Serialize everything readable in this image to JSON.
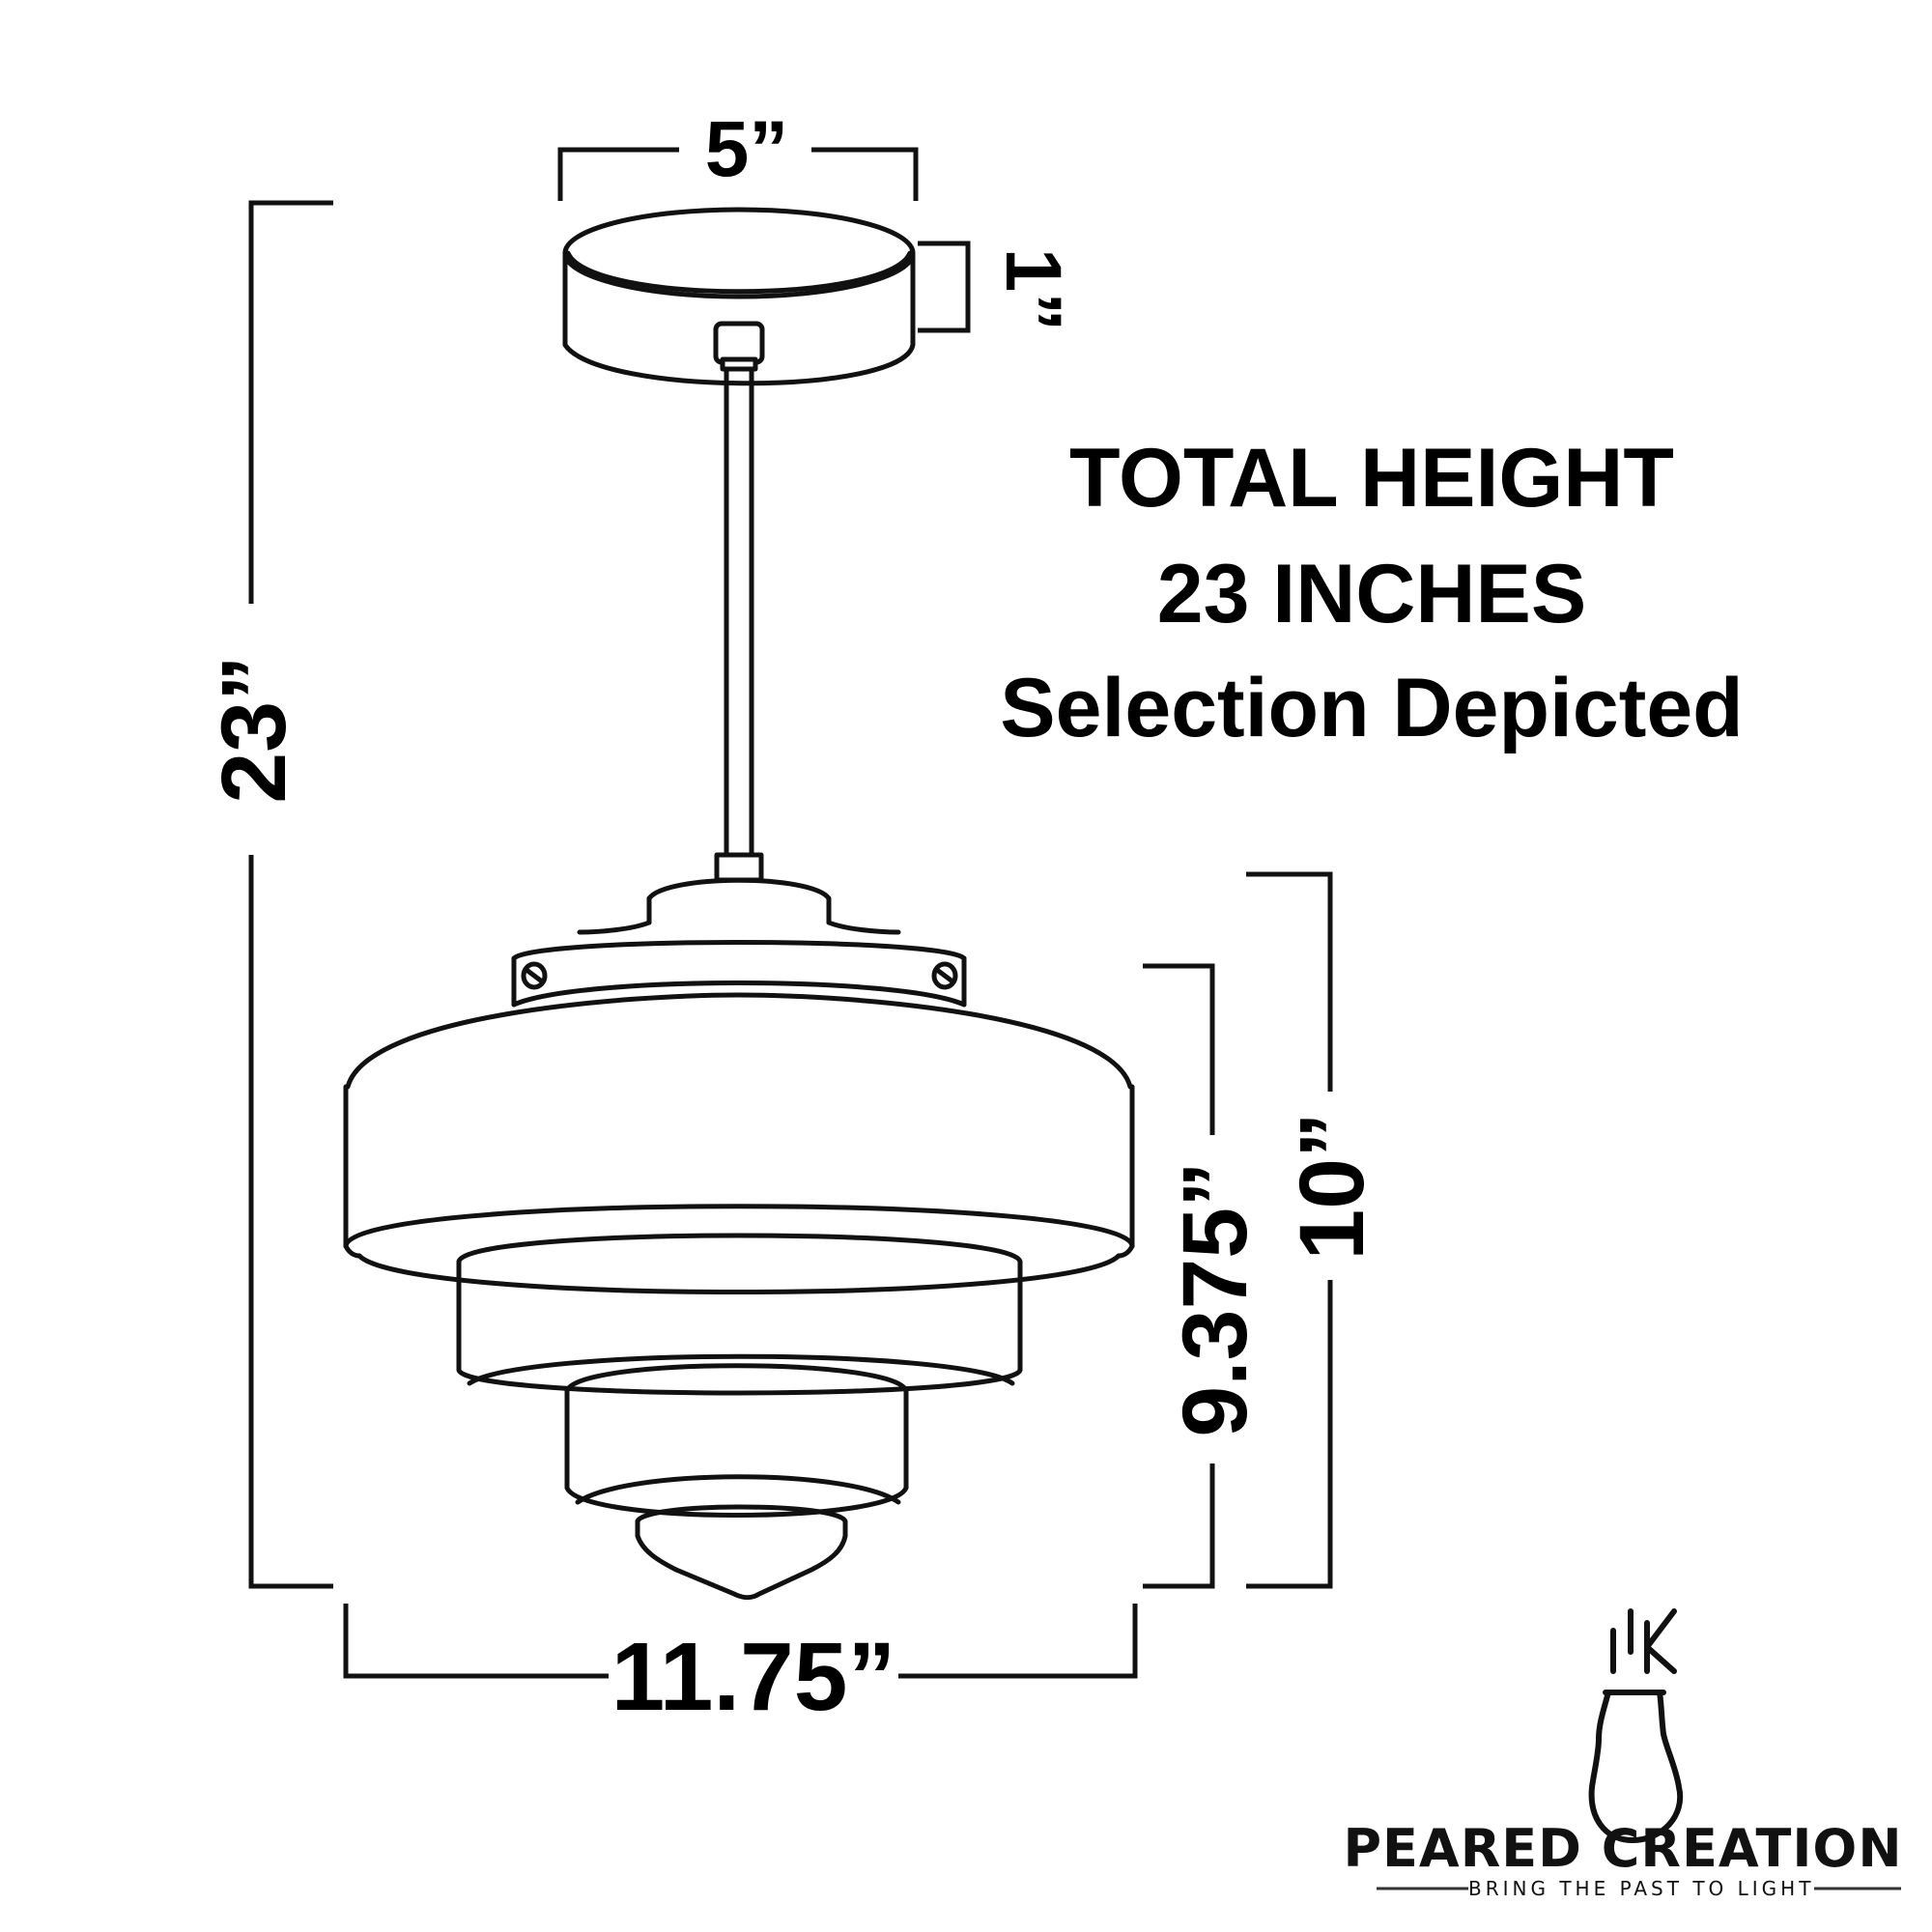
{
  "dimensions": {
    "canopy_width": "5”",
    "canopy_height": "1”",
    "total_height": "23”",
    "shade_width": "11.75”",
    "shade_height": "9.375”",
    "fixture_height": "10”"
  },
  "heading": {
    "line1": "TOTAL HEIGHT",
    "line2": "23 INCHES",
    "line3": "Selection Depicted"
  },
  "brand": {
    "name": "PEARED CREATION",
    "tagline": "BRING THE PAST TO LIGHT",
    "logo_icon": "pear-bulb-logo-icon"
  },
  "colors": {
    "line": "#111111",
    "background": "#ffffff"
  }
}
